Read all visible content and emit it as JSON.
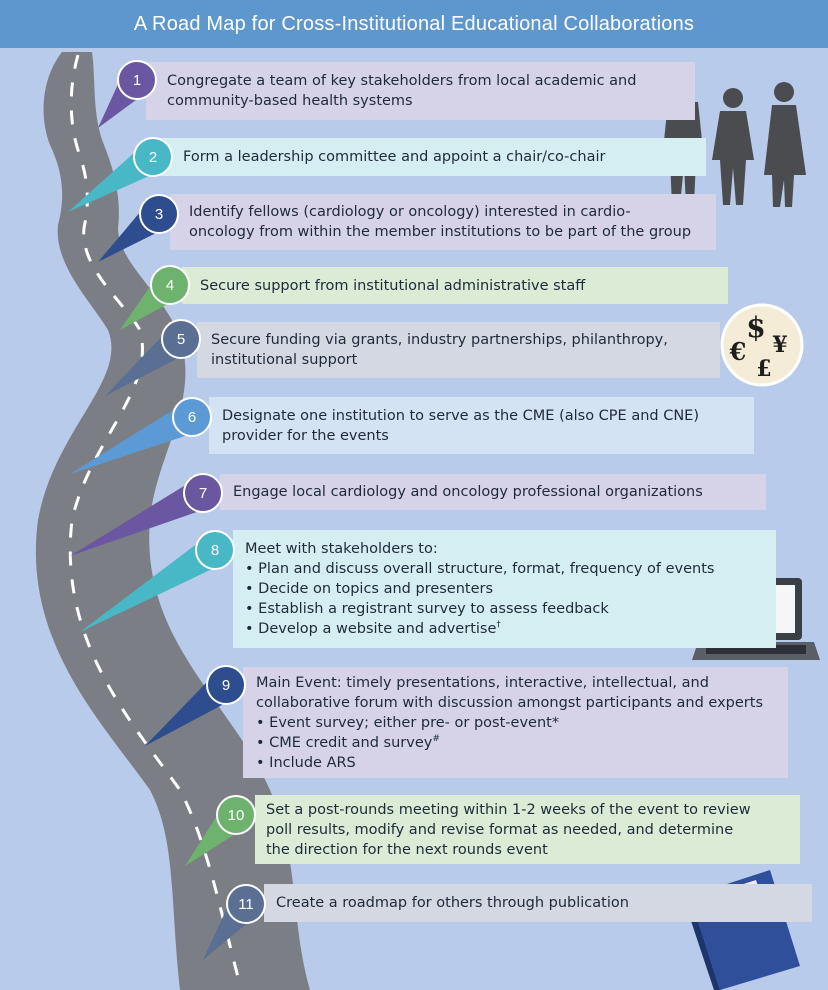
{
  "title": "A Road Map for Cross-Institutional Educational Collaborations",
  "colors": {
    "background": "#b9cbea",
    "title_bar": "#5d97cd",
    "road": "#7b7f85",
    "road_stripe": "#ffffff"
  },
  "steps": [
    {
      "number": "1",
      "color": "#6b57a1",
      "fill": "#d6d3e9",
      "lines": [
        "Congregate a team of key stakeholders from local academic and",
        "community-based health systems"
      ],
      "bullets": []
    },
    {
      "number": "2",
      "color": "#48b7c6",
      "fill": "#d5eef2",
      "lines": [
        "Form a leadership committee and appoint a chair/co-chair"
      ],
      "bullets": []
    },
    {
      "number": "3",
      "color": "#2e4d8e",
      "fill": "#d6d3e9",
      "lines": [
        "Identify fellows (cardiology or oncology) interested in cardio-",
        "oncology from within the member institutions to be part of the group"
      ],
      "bullets": []
    },
    {
      "number": "4",
      "color": "#6db36d",
      "fill": "#dcebd6",
      "lines": [
        "Secure support from institutional administrative staff"
      ],
      "bullets": []
    },
    {
      "number": "5",
      "color": "#5a6f93",
      "fill": "#d3d8e3",
      "lines": [
        "Secure funding via grants, industry partnerships, philanthropy,",
        "institutional support"
      ],
      "bullets": []
    },
    {
      "number": "6",
      "color": "#5c9ad6",
      "fill": "#d4e3f4",
      "lines": [
        "Designate one institution to serve as the CME (also CPE and CNE)",
        "provider for the events"
      ],
      "bullets": []
    },
    {
      "number": "7",
      "color": "#6b57a1",
      "fill": "#d6d3e9",
      "lines": [
        "Engage local cardiology and oncology professional organizations"
      ],
      "bullets": []
    },
    {
      "number": "8",
      "color": "#48b7c6",
      "fill": "#d5eef2",
      "lines": [
        "Meet with stakeholders to:"
      ],
      "bullets": [
        "Plan and discuss overall structure, format, frequency of events",
        "Decide on topics and presenters",
        "Establish a registrant survey to assess feedback",
        "Develop a website and advertise"
      ],
      "last_bullet_mark": "†"
    },
    {
      "number": "9",
      "color": "#2e4d8e",
      "fill": "#d6d3e9",
      "lines": [
        "Main Event: timely presentations, interactive, intellectual, and",
        "collaborative forum with discussion amongst participants and experts"
      ],
      "bullets": [
        "Event survey; either pre- or post-event*",
        "CME credit and survey",
        "Include ARS"
      ],
      "mark_bullet_index": 1,
      "mark": "#"
    },
    {
      "number": "10",
      "color": "#6db36d",
      "fill": "#dcebd6",
      "lines": [
        "Set a post-rounds meeting within 1-2 weeks of the event to review",
        "poll results, modify and revise format as needed, and determine",
        "the direction for the next rounds event"
      ],
      "bullets": []
    },
    {
      "number": "11",
      "color": "#5a6f93",
      "fill": "#d3d8e3",
      "lines": [
        "Create a roadmap for others through publication"
      ],
      "bullets": []
    }
  ],
  "icons": [
    "people-silhouettes-icon",
    "currency-coin-icon",
    "laptop-survey-icon",
    "journal-book-icon"
  ],
  "currency_symbols": [
    "$",
    "€",
    "¥",
    "£"
  ]
}
